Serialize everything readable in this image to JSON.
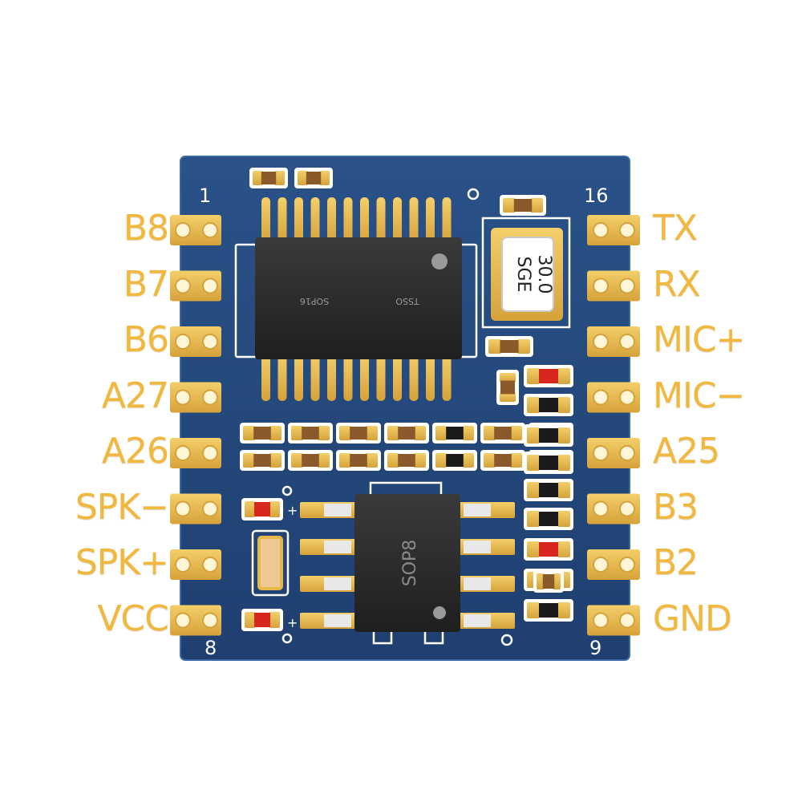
{
  "board": {
    "pin_numbers": {
      "top_left": "1",
      "top_right": "16",
      "bottom_left": "8",
      "bottom_right": "9"
    },
    "left_pins": [
      "B8",
      "B7",
      "B6",
      "A27",
      "A26",
      "SPK−",
      "SPK+",
      "VCC"
    ],
    "right_pins": [
      "TX",
      "RX",
      "MIC+",
      "MIC−",
      "A25",
      "B3",
      "B2",
      "GND"
    ],
    "ic_main_labels": {
      "package": "SOP16",
      "brand": "TSSO"
    },
    "ic_amp_label": "SOP8",
    "crystal_label": {
      "line1": "30.0",
      "line2": "SGE"
    },
    "plus_sign": "+"
  },
  "colors": {
    "pcb_blue": "#24497e",
    "pad_gold": "#e6b84a",
    "label_gold": "#f2b73d",
    "chip_black": "#2a2a2a",
    "silk_white": "#ffffff",
    "led_red": "#d7261e"
  }
}
